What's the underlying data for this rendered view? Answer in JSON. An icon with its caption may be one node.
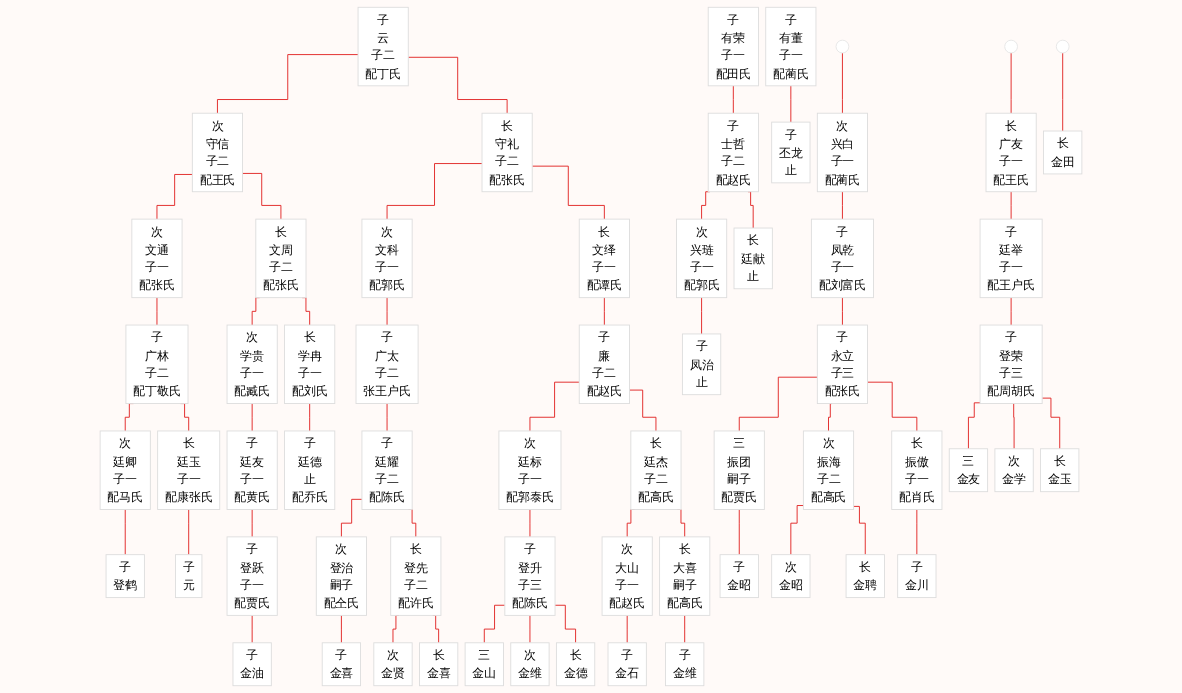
{
  "diagram": {
    "nodes": [
      {
        "text": [
          "子",
          "云",
          "子二",
          "配丁氏"
        ]
      },
      {
        "text": [
          "子",
          "有荣",
          "子一",
          "配田氏"
        ]
      },
      {
        "text": [
          "子",
          "有董",
          "子一",
          "配蔺氏"
        ]
      },
      {
        "text": [
          "次",
          "守信",
          "子二",
          "配王氏"
        ]
      },
      {
        "text": [
          "长",
          "守礼",
          "子二",
          "配张氏"
        ]
      },
      {
        "text": [
          "子",
          "士哲",
          "子二",
          "配赵氏"
        ]
      },
      {
        "text": [
          "子",
          "丕龙",
          "止"
        ]
      },
      {
        "text": [
          "次",
          "文通",
          "子一",
          "配张氏"
        ]
      },
      {
        "text": [
          "长",
          "文周",
          "子二",
          "配张氏"
        ]
      },
      {
        "text": [
          "次",
          "文科",
          "子一",
          "配郭氏"
        ]
      },
      {
        "text": [
          "长",
          "文绎",
          "子一",
          "配谭氏"
        ]
      },
      {
        "text": [
          "次",
          "兴琏",
          "子一",
          "配郭氏"
        ]
      },
      {
        "text": [
          "长",
          "廷献",
          "止"
        ]
      },
      {
        "text": [
          "次",
          "兴白",
          "子一",
          "配蔺氏"
        ]
      },
      {
        "text": [
          "长",
          "广友",
          "子一",
          "配王氏"
        ]
      },
      {
        "text": [
          "子",
          "广林",
          "子二",
          "配丁敬氏"
        ]
      },
      {
        "text": [
          "次",
          "学贵",
          "子一",
          "配臧氏"
        ]
      },
      {
        "text": [
          "长",
          "学冉",
          "子一",
          "配刘氏"
        ]
      },
      {
        "text": [
          "子",
          "广太",
          "子二",
          "张王户氏"
        ]
      },
      {
        "text": [
          "子",
          "廉",
          "子二",
          "配赵氏"
        ]
      },
      {
        "text": [
          "子",
          "凤治",
          "止"
        ]
      },
      {
        "text": [
          "子",
          "凤乾",
          "子一",
          "配刘富氏"
        ]
      },
      {
        "text": [
          "子",
          "廷举",
          "子一",
          "配王户氏"
        ]
      },
      {
        "text": [
          "次",
          "廷卿",
          "子一",
          "配马氏"
        ]
      },
      {
        "text": [
          "长",
          "廷玉",
          "子一",
          "配康张氏"
        ]
      },
      {
        "text": [
          "子",
          "廷友",
          "子一",
          "配黄氏"
        ]
      },
      {
        "text": [
          "子",
          "廷德",
          "止",
          "配乔氏"
        ]
      },
      {
        "text": [
          "子",
          "廷耀",
          "子二",
          "配陈氏"
        ]
      },
      {
        "text": [
          "次",
          "廷标",
          "子一",
          "配郭泰氏"
        ]
      },
      {
        "text": [
          "长",
          "廷杰",
          "子二",
          "配高氏"
        ]
      },
      {
        "text": [
          "子",
          "永立",
          "子三",
          "配张氏"
        ]
      },
      {
        "text": [
          "子",
          "登荣",
          "子三",
          "配周胡氏"
        ]
      },
      {
        "text": [
          "子",
          "登鹤"
        ]
      },
      {
        "text": [
          "子",
          "元"
        ]
      },
      {
        "text": [
          "子",
          "登跃",
          "子一",
          "配贾氏"
        ]
      },
      {
        "text": [
          "次",
          "登治",
          "嗣子",
          "配仝氏"
        ]
      },
      {
        "text": [
          "长",
          "登先",
          "子二",
          "配许氏"
        ]
      },
      {
        "text": [
          "子",
          "登升",
          "子三",
          "配陈氏"
        ]
      },
      {
        "text": [
          "次",
          "大山",
          "子一",
          "配赵氏"
        ]
      },
      {
        "text": [
          "长",
          "大喜",
          "嗣子",
          "配高氏"
        ]
      },
      {
        "text": [
          "三",
          "振团",
          "嗣子",
          "配贾氏"
        ]
      },
      {
        "text": [
          "次",
          "振海",
          "子二",
          "配高氏"
        ]
      },
      {
        "text": [
          "长",
          "振傲",
          "子一",
          "配肖氏"
        ]
      },
      {
        "text": [
          "长",
          "金田"
        ]
      },
      {
        "text": [
          "三",
          "金友"
        ]
      },
      {
        "text": [
          "次",
          "金学"
        ]
      },
      {
        "text": [
          "长",
          "金玉"
        ]
      },
      {
        "text": [
          "子",
          "金油"
        ]
      },
      {
        "text": [
          "子",
          "金喜"
        ]
      },
      {
        "text": [
          "次",
          "金贤"
        ]
      },
      {
        "text": [
          "长",
          "金喜"
        ]
      },
      {
        "text": [
          "三",
          "金山"
        ]
      },
      {
        "text": [
          "次",
          "金维"
        ]
      },
      {
        "text": [
          "长",
          "金德"
        ]
      },
      {
        "text": [
          "子",
          "金石"
        ]
      },
      {
        "text": [
          "子",
          "金维"
        ]
      },
      {
        "text": [
          "子",
          "金昭"
        ]
      },
      {
        "text": [
          "次",
          "金昭"
        ]
      },
      {
        "text": [
          "长",
          "金聘"
        ]
      },
      {
        "text": [
          "子",
          "金川"
        ]
      }
    ],
    "edges": [
      {
        "from": 0,
        "to": 3,
        "arrow": "none"
      },
      {
        "from": 0,
        "to": 4,
        "arrow": "none"
      },
      {
        "from": 1,
        "to": 5,
        "arrow": "none"
      },
      {
        "from": 2,
        "to": 6,
        "arrow": "none"
      },
      {
        "from": 3,
        "to": 7,
        "arrow": "none"
      },
      {
        "from": 3,
        "to": 8,
        "arrow": "none"
      },
      {
        "from": 4,
        "to": 9,
        "arrow": "none"
      },
      {
        "from": 4,
        "to": 10,
        "arrow": "none"
      },
      {
        "from": 5,
        "to": 11,
        "arrow": "none"
      },
      {
        "from": 5,
        "to": 12,
        "arrow": "none"
      },
      {
        "from": null,
        "to": 13,
        "arrow": "none"
      },
      {
        "from": null,
        "to": 14,
        "arrow": "none"
      },
      {
        "from": 7,
        "to": 15,
        "arrow": "none"
      },
      {
        "from": 8,
        "to": 16,
        "arrow": "none"
      },
      {
        "from": 8,
        "to": 17,
        "arrow": "none"
      },
      {
        "from": 9,
        "to": 18,
        "arrow": "none"
      },
      {
        "from": 10,
        "to": 19,
        "arrow": "none"
      },
      {
        "from": 11,
        "to": 20,
        "arrow": "none"
      },
      {
        "from": 13,
        "to": 21,
        "arrow": "none"
      },
      {
        "from": 14,
        "to": 22,
        "arrow": "none"
      },
      {
        "from": 15,
        "to": 23,
        "arrow": "none"
      },
      {
        "from": 15,
        "to": 24,
        "arrow": "none"
      },
      {
        "from": 16,
        "to": 25,
        "arrow": "none"
      },
      {
        "from": 17,
        "to": 26,
        "arrow": "none"
      },
      {
        "from": 18,
        "to": 27,
        "arrow": "none"
      },
      {
        "from": 19,
        "to": 28,
        "arrow": "none"
      },
      {
        "from": 19,
        "to": 29,
        "arrow": "none"
      },
      {
        "from": 21,
        "to": 30,
        "arrow": "none"
      },
      {
        "from": 22,
        "to": 31,
        "arrow": "none"
      },
      {
        "from": 23,
        "to": 32,
        "arrow": "none"
      },
      {
        "from": 24,
        "to": 33,
        "arrow": "none"
      },
      {
        "from": 25,
        "to": 34,
        "arrow": "none"
      },
      {
        "from": 27,
        "to": 35,
        "arrow": "none"
      },
      {
        "from": 27,
        "to": 36,
        "arrow": "none"
      },
      {
        "from": 28,
        "to": 37,
        "arrow": "none"
      },
      {
        "from": 29,
        "to": 38,
        "arrow": "none"
      },
      {
        "from": 29,
        "to": 39,
        "arrow": "none"
      },
      {
        "from": 30,
        "to": 40,
        "arrow": "none"
      },
      {
        "from": 30,
        "to": 41,
        "arrow": "none"
      },
      {
        "from": 30,
        "to": 42,
        "arrow": "none"
      },
      {
        "from": null,
        "to": 43,
        "arrow": "none"
      },
      {
        "from": 31,
        "to": 44,
        "arrow": "none"
      },
      {
        "from": 31,
        "to": 45,
        "arrow": "none"
      },
      {
        "from": 31,
        "to": 46,
        "arrow": "none"
      },
      {
        "from": 34,
        "to": 47,
        "arrow": "none"
      },
      {
        "from": 35,
        "to": 48,
        "arrow": "none"
      },
      {
        "from": 36,
        "to": 49,
        "arrow": "none"
      },
      {
        "from": 36,
        "to": 50,
        "arrow": "none"
      },
      {
        "from": 37,
        "to": 51,
        "arrow": "none"
      },
      {
        "from": 37,
        "to": 52,
        "arrow": "none"
      },
      {
        "from": 37,
        "to": 53,
        "arrow": "none"
      },
      {
        "from": 38,
        "to": 54,
        "arrow": "none"
      },
      {
        "from": 39,
        "to": 55,
        "arrow": "none"
      },
      {
        "from": 40,
        "to": 56,
        "arrow": "none"
      },
      {
        "from": 41,
        "to": 57,
        "arrow": "none"
      },
      {
        "from": 41,
        "to": 58,
        "arrow": "none"
      },
      {
        "from": 42,
        "to": 59,
        "arrow": "none"
      }
    ]
  }
}
